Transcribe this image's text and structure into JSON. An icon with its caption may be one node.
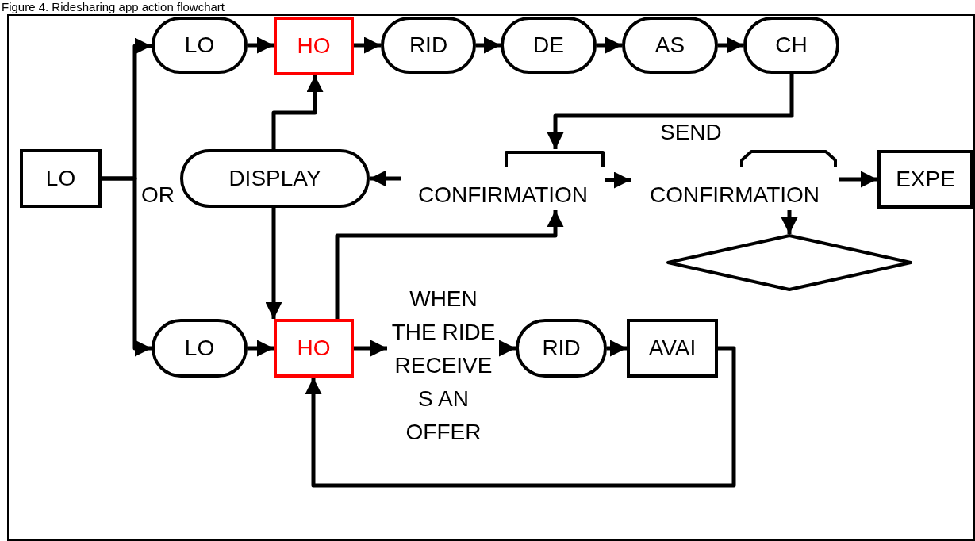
{
  "diagram": {
    "title": "Figure 4. Ridesharing app action flowchart",
    "nodes": [
      {
        "text": [
          "LO"
        ]
      },
      {
        "text": [
          "LO"
        ]
      },
      {
        "text": [
          "HO"
        ]
      },
      {
        "text": [
          "RID"
        ]
      },
      {
        "text": [
          "DE"
        ]
      },
      {
        "text": [
          "AS"
        ]
      },
      {
        "text": [
          "CH"
        ]
      },
      {
        "text": [
          "DISPLAY"
        ]
      },
      {
        "text": [
          "CONFIRMATION"
        ]
      },
      {
        "text": [
          "CONFIRMATION"
        ]
      },
      {
        "text": [
          "EXPE"
        ]
      },
      {
        "text": [],
        "shape": "diamond"
      },
      {
        "text": [
          "LO"
        ]
      },
      {
        "text": [
          "HO"
        ]
      },
      {
        "text": [
          "WHEN THE RIDE RECEIVE S AN OFFER"
        ]
      },
      {
        "text": [
          "RID"
        ]
      },
      {
        "text": [
          "AVAI"
        ]
      }
    ],
    "edges": [
      {
        "from": 0,
        "to": 1,
        "arrow": "to"
      },
      {
        "from": 0,
        "to": 12,
        "arrow": "to"
      },
      {
        "from": 1,
        "to": 2,
        "arrow": "to"
      },
      {
        "from": 2,
        "to": 3,
        "arrow": "to"
      },
      {
        "from": 3,
        "to": 4,
        "arrow": "to"
      },
      {
        "from": 4,
        "to": 5,
        "arrow": "to"
      },
      {
        "from": 5,
        "to": 6,
        "arrow": "to"
      },
      {
        "from": 6,
        "to": 8,
        "arrow": "to",
        "label": "SEND"
      },
      {
        "from": 8,
        "to": 7,
        "arrow": "to"
      },
      {
        "from": 7,
        "to": 2,
        "arrow": "to"
      },
      {
        "from": 7,
        "to": 13,
        "arrow": "to"
      },
      {
        "from": 8,
        "to": 9,
        "arrow": "to"
      },
      {
        "from": 9,
        "to": 10,
        "arrow": "to"
      },
      {
        "from": 9,
        "to": 11,
        "arrow": "to"
      },
      {
        "from": 13,
        "to": 8,
        "arrow": "to"
      },
      {
        "from": 12,
        "to": 13,
        "arrow": "to"
      },
      {
        "from": 13,
        "to": 14,
        "arrow": "to"
      },
      {
        "from": 14,
        "to": 15,
        "arrow": "to"
      },
      {
        "from": 15,
        "to": 16,
        "arrow": "to"
      },
      {
        "from": 16,
        "to": 13,
        "arrow": "to"
      }
    ],
    "labels": [
      "OR"
    ]
  }
}
